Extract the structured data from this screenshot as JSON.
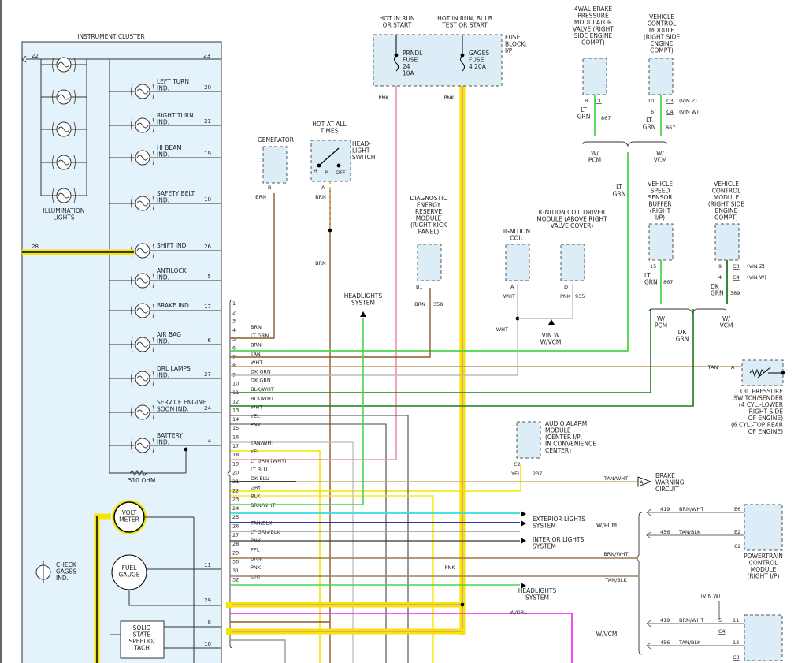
{
  "cluster": {
    "title": "INSTRUMENT CLUSTER",
    "illumination_label": "ILLUMINATION LIGHTS",
    "illum_left_pin": "22",
    "illum_right_pin": "23",
    "shift_left_pin": "28",
    "resistor_label": "510 OHM",
    "check_gages_label": "CHECK GAGES IND.",
    "indicators": [
      {
        "label": "LEFT TURN IND.",
        "pin": "20"
      },
      {
        "label": "RIGHT TURN IND.",
        "pin": "21"
      },
      {
        "label": "HI BEAM IND.",
        "pin": "19"
      },
      {
        "label": "SAFETY BELT IND.",
        "pin": "18"
      },
      {
        "label": "SHIFT IND.",
        "pin": "26"
      },
      {
        "label": "ANTILOCK IND.",
        "pin": "5"
      },
      {
        "label": "BRAKE IND.",
        "pin": "17"
      },
      {
        "label": "AIR BAG IND.",
        "pin": "6"
      },
      {
        "label": "DRL LAMPS IND.",
        "pin": "27"
      },
      {
        "label": "SERVICE ENGINE SOON IND.",
        "pin": "24"
      },
      {
        "label": "BATTERY IND.",
        "pin": "4"
      }
    ],
    "gauges": [
      {
        "label": "VOLT METER",
        "pin": ""
      },
      {
        "label": "FUEL GAUGE",
        "pin": "11"
      },
      {
        "label": "SOLID STATE SPEEDO/ TACH",
        "pin": "8"
      }
    ],
    "extra_pins": [
      "29",
      "10"
    ]
  },
  "connector_wires": [
    {
      "pin": "1",
      "color": "",
      "hex": "#000000"
    },
    {
      "pin": "2",
      "color": "",
      "hex": "#000000"
    },
    {
      "pin": "3",
      "color": "",
      "hex": "#000000"
    },
    {
      "pin": "4",
      "color": "BRN",
      "hex": "#8b5a2b"
    },
    {
      "pin": "5",
      "color": "LT GRN",
      "hex": "#4cd44c"
    },
    {
      "pin": "6",
      "color": "BRN",
      "hex": "#8b5a2b"
    },
    {
      "pin": "7",
      "color": "TAN",
      "hex": "#b8956a"
    },
    {
      "pin": "8",
      "color": "WHT",
      "hex": "#bbbbbb"
    },
    {
      "pin": "9",
      "color": "DK GRN",
      "hex": "#1e7a1e"
    },
    {
      "pin": "10",
      "color": "DK GRN",
      "hex": "#1e7a1e"
    },
    {
      "pin": "11",
      "color": "BLK/WHT",
      "hex": "#444444"
    },
    {
      "pin": "12",
      "color": "BLK/WHT",
      "hex": "#444444"
    },
    {
      "pin": "13",
      "color": "WHT",
      "hex": "#bbbbbb"
    },
    {
      "pin": "14",
      "color": "YEL",
      "hex": "#f2e600"
    },
    {
      "pin": "15",
      "color": "PNK",
      "hex": "#f090a8"
    },
    {
      "pin": "16",
      "color": "",
      "hex": "#000000"
    },
    {
      "pin": "17",
      "color": "TAN/WHT",
      "hex": "#c8a878"
    },
    {
      "pin": "18",
      "color": "YEL",
      "hex": "#f2e600"
    },
    {
      "pin": "19",
      "color": "LT GRN (WHT)",
      "hex": "#4cd44c"
    },
    {
      "pin": "20",
      "color": "LT BLU",
      "hex": "#33dddd"
    },
    {
      "pin": "21",
      "color": "DK BLU",
      "hex": "#1a1a99"
    },
    {
      "pin": "22",
      "color": "GRY",
      "hex": "#999999"
    },
    {
      "pin": "23",
      "color": "BLK",
      "hex": "#333333"
    },
    {
      "pin": "24",
      "color": "BRN/WHT",
      "hex": "#9b7a4a"
    },
    {
      "pin": "25",
      "color": "",
      "hex": "#000000"
    },
    {
      "pin": "26",
      "color": "TAN/BLK",
      "hex": "#a08060"
    },
    {
      "pin": "27",
      "color": "LT GRN/BLK",
      "hex": "#4cd44c"
    },
    {
      "pin": "28",
      "color": "PNK",
      "hex": "#f090a8"
    },
    {
      "pin": "29",
      "color": "PPL",
      "hex": "#ee22ee"
    },
    {
      "pin": "30",
      "color": "BRN",
      "hex": "#8b5a2b"
    },
    {
      "pin": "31",
      "color": "PNK",
      "hex": "#f090a8"
    },
    {
      "pin": "32",
      "color": "GRY",
      "hex": "#999999"
    }
  ],
  "fuse_block": {
    "label": "FUSE BLOCK: I/P",
    "hot_run_start": "HOT IN RUN OR START",
    "hot_run_bulb": "HOT IN RUN, BULB TEST OR START",
    "fuse1": "PRNDL FUSE 24 10A",
    "fuse2": "GAGES FUSE 4 20A",
    "wire1": "PNK",
    "wire2": "PNK"
  },
  "generator": {
    "label": "GENERATOR",
    "pin": "B",
    "wire": "BRN"
  },
  "headlight_switch": {
    "hot_label": "HOT AT ALL TIMES",
    "label": "HEAD-LIGHT SWITCH",
    "h": "H",
    "p": "P",
    "off": "OFF",
    "pin": "A",
    "wire": "BRN",
    "wire2": "BRN"
  },
  "headlights_system": "HEADLIGHTS SYSTEM",
  "diag_module": {
    "label": "DIAGNOSTIC ENERGY RESERVE MODULE (RIGHT KICK PANEL)",
    "pin": "B1",
    "wire": "BRN",
    "circuit": "358"
  },
  "ignition_coil": {
    "label": "IGNITION COIL",
    "pin": "A",
    "wire": "WHT",
    "wire2": "WHT"
  },
  "coil_driver": {
    "label": "IGNITION COIL DRIVER MODULE (ABOVE RIGHT VALVE COVER)",
    "pin": "D",
    "wire": "PNK",
    "circuit": "935"
  },
  "vin_note": "VIN W W/VCM",
  "ebpm": {
    "label": "4WAL BRAKE PRESSURE MODULATOR VALVE (RIGHT SIDE ENGINE COMPT)",
    "pin": "B",
    "conn": "C1",
    "wire": "LT GRN",
    "circuit": "867"
  },
  "vcm_top": {
    "label": "VEHICLE CONTROL MODULE (RIGHT SIDE ENGINE COMPT)",
    "pin1": "10",
    "conn1": "C3",
    "vin1": "(VIN Z)",
    "pin2": "6",
    "conn2": "C4",
    "vin2": "(VIN W)",
    "wire": "LT GRN",
    "circuit": "867"
  },
  "wpcm_top": "W/ PCM",
  "wvcm_top": "W/ VCM",
  "ltgrn_label": "LT GRN",
  "vss_buffer": {
    "label": "VEHICLE SPEED SENSOR BUFFER (RIGHT I/P)",
    "pin": "15",
    "wire": "LT GRN",
    "circuit": "867"
  },
  "vcm_mid": {
    "label": "VEHICLE CONTROL MODULE (RIGHT SIDE ENGINE COMPT)",
    "pin1": "9",
    "conn1": "C3",
    "vin1": "(VIN Z)",
    "pin2": "4",
    "conn2": "C4",
    "vin2": "(VIN W)",
    "wire": "DK GRN",
    "circuit": "389"
  },
  "wpcm_mid": "W/ PCM",
  "wvcm_mid": "W/ VCM",
  "dkgrn_label": "DK GRN",
  "oil_pressure": {
    "wire": "TAN",
    "pin": "A",
    "label": "OIL PRESSURE SWITCH/SENDER (4 CYL.-LOWER RIGHT SIDE OF ENGINE) (6 CYL.-TOP REAR OF ENGINE)"
  },
  "audio_alarm": {
    "label": "AUDIO ALARM MODULE (CENTER I/P, IN CONVENIENCE CENTER)",
    "pin": "C2",
    "wire": "YEL",
    "circuit": "237"
  },
  "brake_warning": {
    "wire": "TAN/WHT",
    "pin": "A",
    "label": "BRAKE WARNING CIRCUIT"
  },
  "exterior_lights": "EXTERIOR LIGHTS SYSTEM",
  "interior_lights": "INTERIOR LIGHTS SYSTEM",
  "headlights_system2": "HEADLIGHTS SYSTEM",
  "wdrl": "W/DRL",
  "pnk_label": "PNK",
  "wpcm_right": "W/PCM",
  "wvcm_right": "W/VCM",
  "pcm": {
    "label": "POWERTRAIN CONTROL MODULE (RIGHT I/P)",
    "conn": "C2",
    "rows": [
      {
        "circuit": "419",
        "wire": "BRN/WHT",
        "pin": "E6"
      },
      {
        "circuit": "456",
        "wire": "TAN/BLK",
        "pin": "E2"
      }
    ]
  },
  "vcm_bottom": {
    "vin": "(VIN W)",
    "conn1": "C4",
    "conn2": "C3",
    "rows": [
      {
        "circuit": "419",
        "wire": "BRN/WHT",
        "pin": "5",
        "pin2": "11"
      },
      {
        "circuit": "456",
        "wire": "TAN/BLK",
        "pin": "",
        "pin2": "13"
      }
    ]
  },
  "bus_labels": {
    "brnwht": "BRN/WHT",
    "tanblk": "TAN/BLK"
  }
}
